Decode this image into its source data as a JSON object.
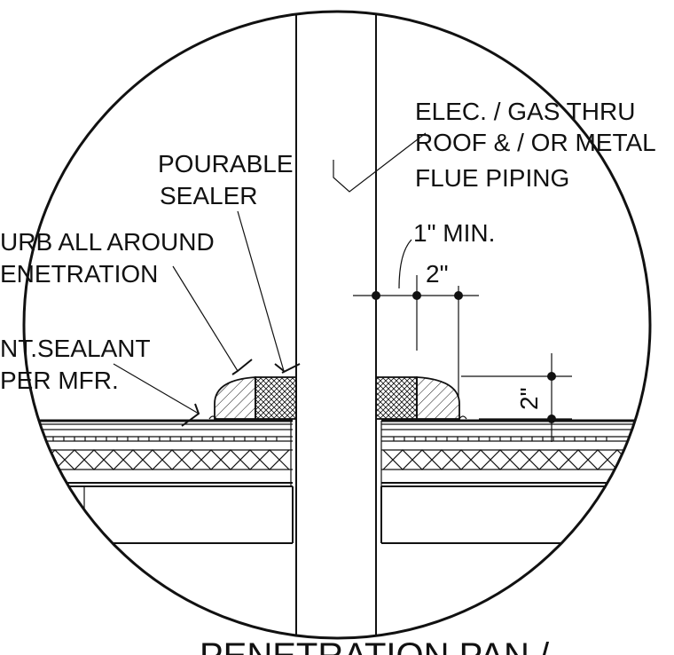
{
  "labels": {
    "elec_line1": "ELEC. / GAS THRU",
    "elec_line2": "ROOF & / OR METAL",
    "elec_line3": "FLUE PIPING",
    "pourable_line1": "POURABLE",
    "pourable_line2": "SEALER",
    "curb_line1": "URB ALL AROUND",
    "curb_line2": "ENETRATION",
    "sealant_line1": "NT.SEALANT",
    "sealant_line2": "PER MFR.",
    "dim_1in_min": "1\" MIN.",
    "dim_2in_horizontal": "2\"",
    "dim_2in_vertical": "2\"",
    "bottom_title": "PENETRATION PAN /"
  },
  "colors": {
    "line": "#111111",
    "background": "#ffffff"
  }
}
